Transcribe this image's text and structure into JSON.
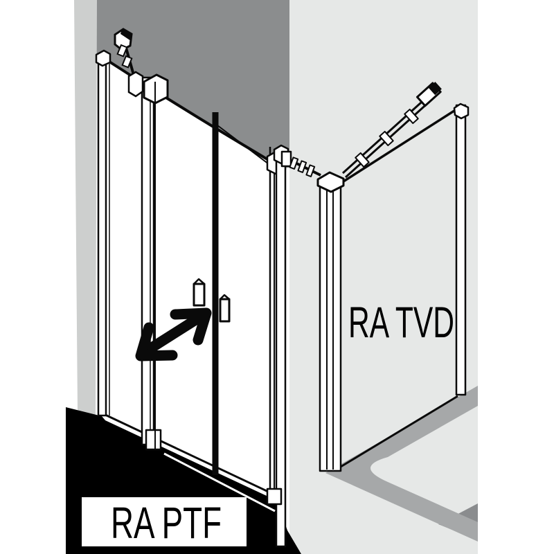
{
  "title": "Shower enclosure technical diagram",
  "labels": {
    "front_unit": "RA PTF",
    "side_panel": "RA TVD"
  },
  "colors": {
    "background": "#FFFFFF",
    "back_wall": "#8B8D8E",
    "left_wall_edge": "#CDCFCE",
    "right_wall": "#E6E8E7",
    "glass": "#FFFFFF",
    "tray_rim": "#A6A8A9",
    "tray_shadow": "#8A8C8E",
    "floor": "#000000",
    "line": "#0A0A0A",
    "label_box": "#FFFFFF",
    "label_text": "#000000"
  }
}
